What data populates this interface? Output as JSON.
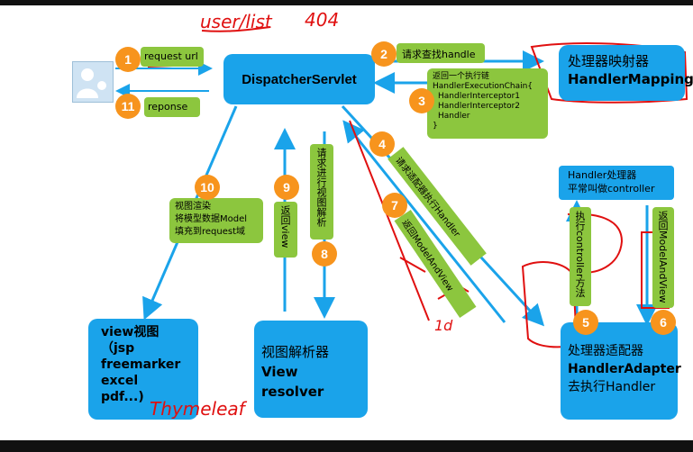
{
  "colors": {
    "box_blue": "#1aa3ea",
    "label_green": "#8cc63e",
    "step_orange": "#f7941d",
    "annotation_red": "#e01010"
  },
  "user_icon": "user-icon",
  "dispatcher": {
    "title": "DispatcherServlet"
  },
  "handler_mapping": {
    "line1": "处理器映射器",
    "line2": "HandlerMapping"
  },
  "handler_adapter": {
    "line1": "处理器适配器",
    "line2": "HandlerAdapter",
    "line3": "去执行Handler"
  },
  "handler_controller": {
    "line1": "Handler处理器",
    "line2": "平常叫做controller"
  },
  "view_resolver": {
    "line1": "视图解析器",
    "line2": "View resolver"
  },
  "view_box": {
    "line1": "view视图",
    "line2": "（jsp",
    "line3": "freemarker",
    "line4": "excel",
    "line5": "pdf...)"
  },
  "steps": {
    "s1": {
      "num": "1",
      "label": "request url"
    },
    "s2": {
      "num": "2",
      "label": "请求查找handle"
    },
    "s3": {
      "num": "3",
      "line1": "返回一个执行链",
      "line2": "HandlerExecutionChain{",
      "line3": "HandlerInterceptor1",
      "line4": "HandlerInterceptor2",
      "line5": "Handler",
      "line6": "}"
    },
    "s4": {
      "num": "4",
      "label": "请求适配器执行Handler"
    },
    "s5": {
      "num": "5",
      "label": "执行controller方法"
    },
    "s6": {
      "num": "6",
      "label": "返回ModelAndView"
    },
    "s7": {
      "num": "7",
      "label": "返回ModelAndView"
    },
    "s8": {
      "num": "8",
      "label": "请求进行视图解析"
    },
    "s9": {
      "num": "9",
      "label": "返回view"
    },
    "s10": {
      "num": "10",
      "line1": "视图渲染",
      "line2": "将模型数据Model",
      "line3": "填充到request域"
    },
    "s11": {
      "num": "11",
      "label": "reponse"
    }
  },
  "handwriting": {
    "top1": "user/list",
    "top2": "404",
    "mid_1d": "1d",
    "thymeleaf": "Thymeleaf"
  }
}
